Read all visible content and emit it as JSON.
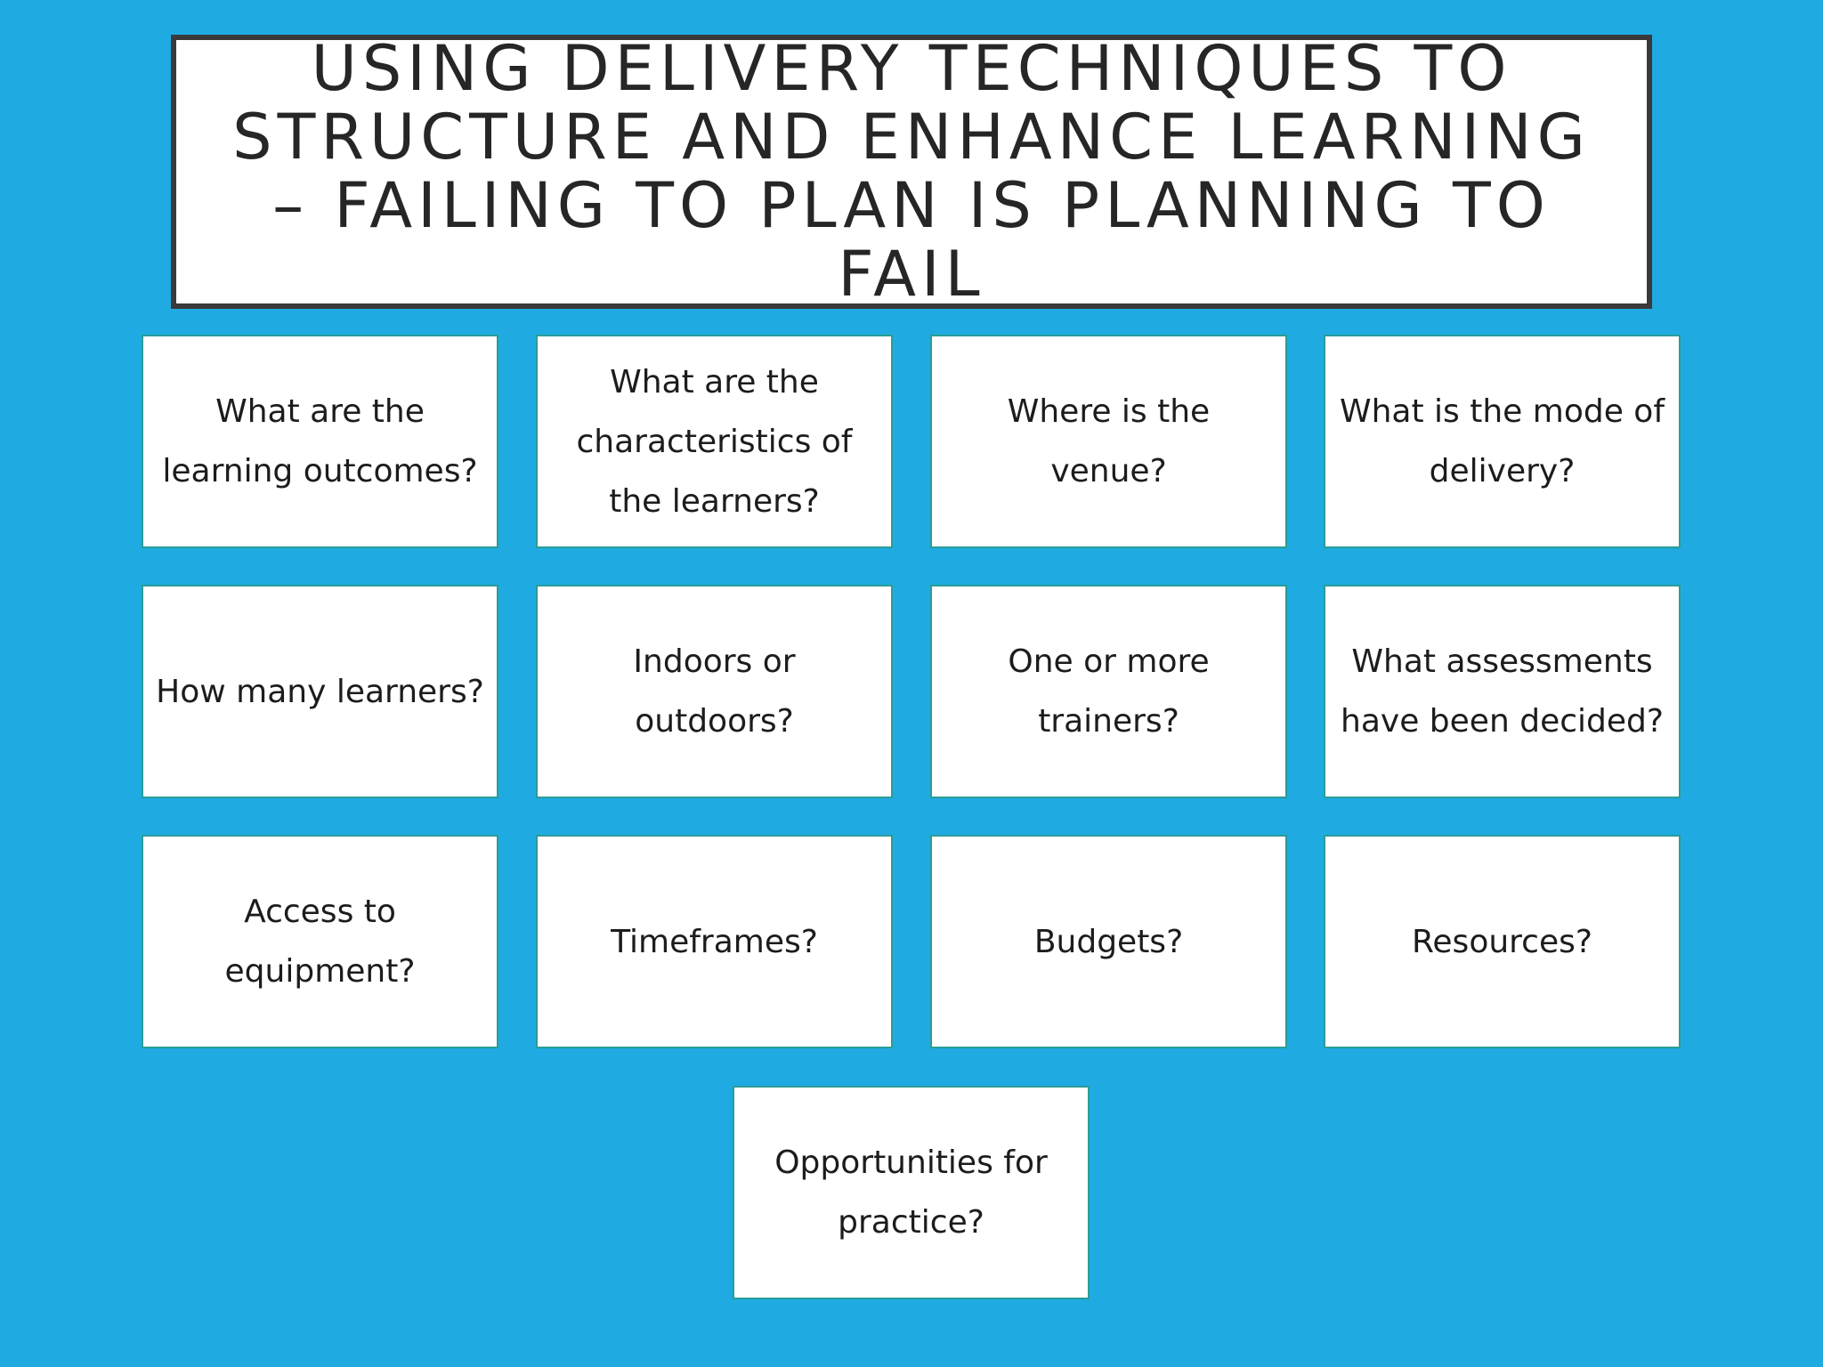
{
  "title": "Using delivery techniques to structure and enhance learning – failing to plan is planning to fail",
  "cards": [
    "What are the learning outcomes?",
    "What are the characteristics of the learners?",
    "Where is the venue?",
    "What is the mode of delivery?",
    "How many learners?",
    "Indoors or outdoors?",
    "One or more trainers?",
    "What assessments have been decided?",
    "Access to equipment?",
    "Timeframes?",
    "Budgets?",
    "Resources?",
    "Opportunities for practice?"
  ]
}
